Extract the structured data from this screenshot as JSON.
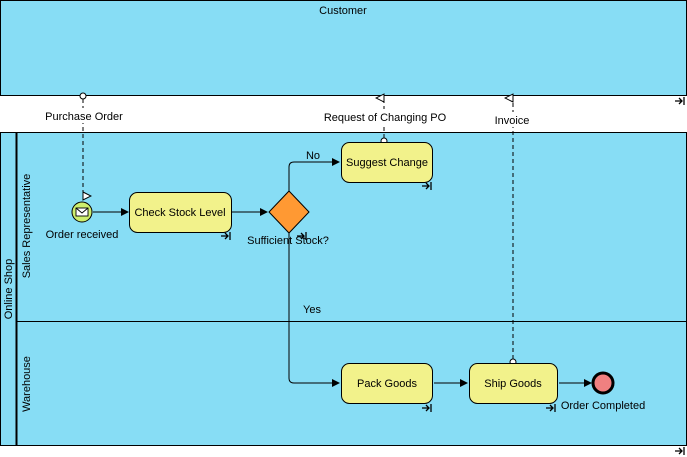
{
  "pools": {
    "customer": {
      "label": "Customer"
    },
    "online_shop": {
      "label": "Online Shop",
      "lanes": {
        "sales": "Sales Representative",
        "warehouse": "Warehouse"
      }
    }
  },
  "events": {
    "start": {
      "label": "Order received"
    },
    "end": {
      "label": "Order Completed"
    }
  },
  "tasks": {
    "check_stock": "Check Stock Level",
    "suggest_change": "Suggest Change",
    "pack_goods": "Pack Goods",
    "ship_goods": "Ship Goods"
  },
  "gateway": {
    "label": "Sufficient Stock?"
  },
  "flows": {
    "no": "No",
    "yes": "Yes"
  },
  "messages": {
    "purchase_order": "Purchase Order",
    "request_change": "Request of Changing PO",
    "invoice": "Invoice"
  },
  "colors": {
    "pool_fill": "#87DDF5",
    "task_fill": "#F2F28B",
    "gateway_fill": "#FF9933",
    "start_fill": "#CDEE6E",
    "end_fill": "#F08080"
  }
}
